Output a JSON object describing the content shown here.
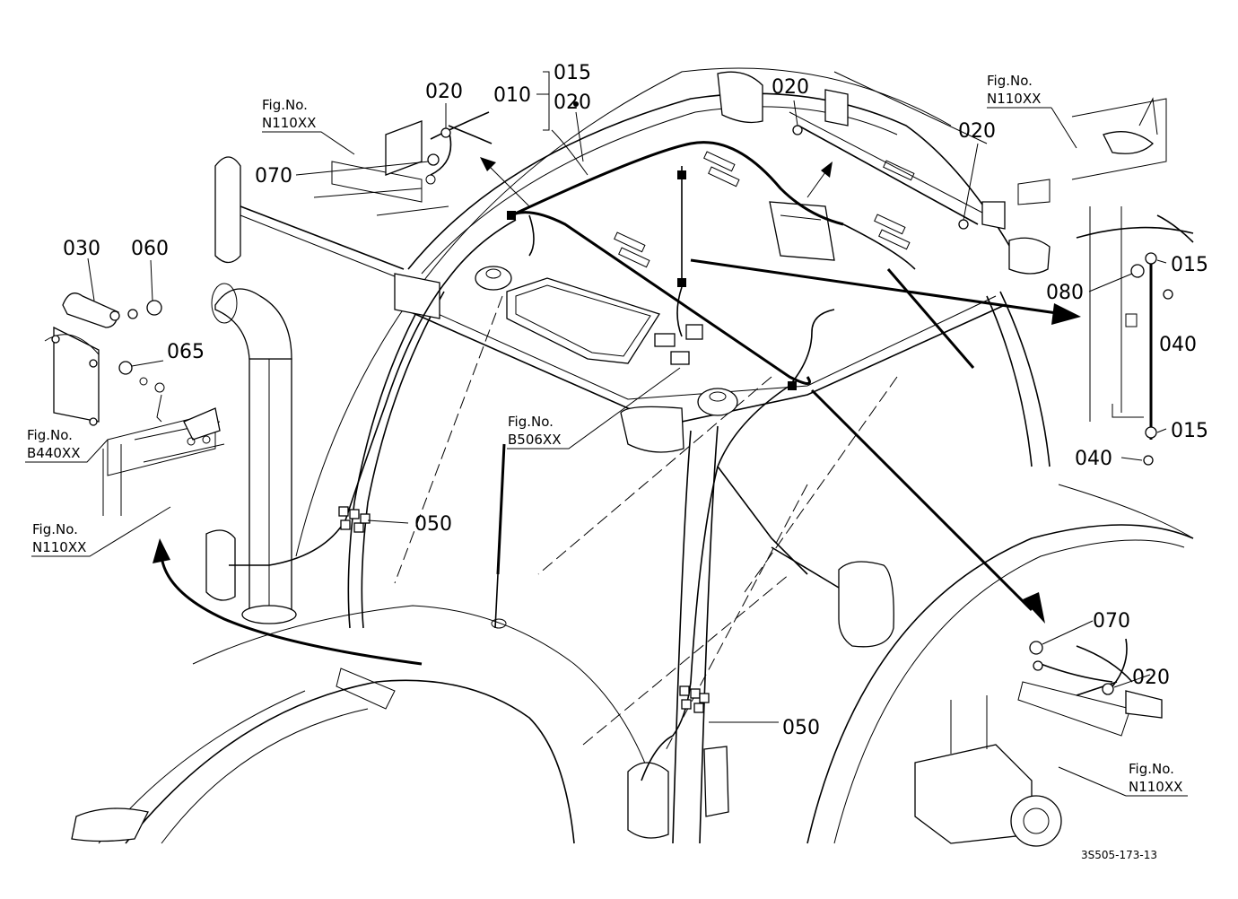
{
  "diagram": {
    "reference_code": "3S505-173-13",
    "part_numbers": {
      "p010": "010",
      "p015_top": "015",
      "p020_top": "020",
      "p020_a": "020",
      "p020_b": "020",
      "p020_c": "020",
      "p020_d": "020",
      "p030": "030",
      "p060": "060",
      "p065": "065",
      "p070_a": "070",
      "p070_b": "070",
      "p050_a": "050",
      "p050_b": "050",
      "p015_r1": "015",
      "p015_r2": "015",
      "p080": "080",
      "p040_a": "040",
      "p040_b": "040"
    },
    "figure_refs": {
      "fig1": {
        "label": "Fig.No.",
        "code": "N110XX"
      },
      "fig2": {
        "label": "Fig.No.",
        "code": "N110XX"
      },
      "fig3": {
        "label": "Fig.No.",
        "code": "B440XX"
      },
      "fig4": {
        "label": "Fig.No.",
        "code": "N110XX"
      },
      "fig5": {
        "label": "Fig.No.",
        "code": "B506XX"
      },
      "fig6": {
        "label": "Fig.No.",
        "code": "N110XX"
      }
    },
    "colors": {
      "line": "#000000",
      "background": "#ffffff"
    }
  }
}
